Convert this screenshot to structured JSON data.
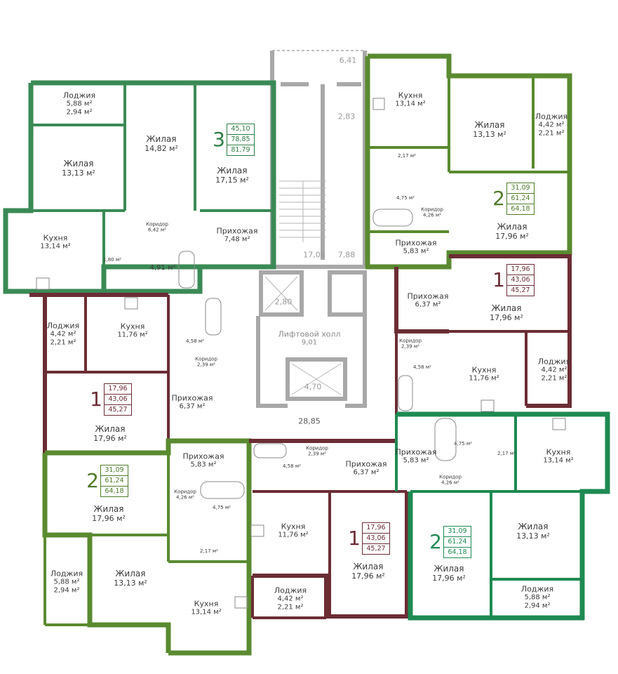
{
  "colors": {
    "green": "#3a8a55",
    "lime": "#5a8a30",
    "maroon": "#6b2d34",
    "teal": "#1e8a52",
    "wall": "#9a9a9a",
    "fixture": "#8a8a8a"
  },
  "apartments": [
    {
      "rooms": "3",
      "areas": [
        "45,10",
        "78,85",
        "81,79"
      ],
      "theme": "green"
    },
    {
      "rooms": "2",
      "areas": [
        "31,09",
        "61,24",
        "64,18"
      ],
      "theme": "lime"
    },
    {
      "rooms": "1",
      "areas": [
        "17,96",
        "43,06",
        "45,27"
      ],
      "theme": "maroon"
    },
    {
      "rooms": "1",
      "areas": [
        "17,96",
        "43,06",
        "45,27"
      ],
      "theme": "maroon"
    },
    {
      "rooms": "2",
      "areas": [
        "31,09",
        "61,24",
        "64,18"
      ],
      "theme": "lime"
    },
    {
      "rooms": "1",
      "areas": [
        "17,96",
        "43,06",
        "45,27"
      ],
      "theme": "maroon"
    },
    {
      "rooms": "2",
      "areas": [
        "31,09",
        "61,24",
        "64,18"
      ],
      "theme": "teal"
    }
  ],
  "rooms": [
    {
      "name": "Лоджия",
      "area": "5,88 м²",
      "area2": "2,94 м²"
    },
    {
      "name": "Жилая",
      "area": "14,82 м²"
    },
    {
      "name": "Жилая",
      "area": "13,13 м²"
    },
    {
      "name": "Жилая",
      "area": "17,15 м²"
    },
    {
      "name": "Кухня",
      "area": "13,14 м²"
    },
    {
      "name": "Коридор",
      "area": "6,42 м²"
    },
    {
      "name": "Прихожая",
      "area": "7,48 м²"
    },
    {
      "name": "",
      "area": "1,80 м²"
    },
    {
      "name": "",
      "area": "4,91 м²"
    },
    {
      "name": "Кухня",
      "area": "13,14 м²"
    },
    {
      "name": "Жилая",
      "area": "13,13 м²"
    },
    {
      "name": "Лоджия",
      "area": "4,42 м²",
      "area2": "2,21 м²"
    },
    {
      "name": "",
      "area": "2,17 м²"
    },
    {
      "name": "",
      "area": "4,75 м²"
    },
    {
      "name": "Коридор",
      "area": "4,26 м²"
    },
    {
      "name": "Прихожая",
      "area": "5,83 м²"
    },
    {
      "name": "Жилая",
      "area": "17,96 м²"
    },
    {
      "name": "Лоджия",
      "area": "4,42 м²",
      "area2": "2,21 м²"
    },
    {
      "name": "Кухня",
      "area": "11,76 м²"
    },
    {
      "name": "",
      "area": "4,58 м²"
    },
    {
      "name": "Коридор",
      "area": "2,39 м²"
    },
    {
      "name": "Прихожая",
      "area": "6,37 м²"
    },
    {
      "name": "Жилая",
      "area": "17,96 м²"
    },
    {
      "name": "Прихожая",
      "area": "6,37 м²"
    },
    {
      "name": "Жилая",
      "area": "17,96 м²"
    },
    {
      "name": "Коридор",
      "area": "2,39 м²"
    },
    {
      "name": "",
      "area": "4,58 м²"
    },
    {
      "name": "Кухня",
      "area": "11,76 м²"
    },
    {
      "name": "Лоджия",
      "area": "4,42 м²",
      "area2": "2,21 м²"
    },
    {
      "name": "Прихожая",
      "area": "5,83 м²"
    },
    {
      "name": "Жилая",
      "area": "17,96 м²"
    },
    {
      "name": "Коридор",
      "area": "4,26 м²"
    },
    {
      "name": "",
      "area": "4,75 м²"
    },
    {
      "name": "",
      "area": "2,17 м²"
    },
    {
      "name": "Лоджия",
      "area": "5,88 м²",
      "area2": "2,94 м²"
    },
    {
      "name": "Жилая",
      "area": "13,13 м²"
    },
    {
      "name": "Кухня",
      "area": "13,14 м²"
    },
    {
      "name": "",
      "area": "4,58 м²"
    },
    {
      "name": "Коридор",
      "area": "2,39 м²"
    },
    {
      "name": "Прихожая",
      "area": "6,37 м²"
    },
    {
      "name": "Кухня",
      "area": "11,76 м²"
    },
    {
      "name": "Жилая",
      "area": "17,96 м²"
    },
    {
      "name": "Лоджия",
      "area": "4,42 м²",
      "area2": "2,21 м²"
    },
    {
      "name": "Прихожая",
      "area": "5,83 м²"
    },
    {
      "name": "",
      "area": "4,75 м²"
    },
    {
      "name": "",
      "area": "2,17 м²"
    },
    {
      "name": "Коридор",
      "area": "4,26 м²"
    },
    {
      "name": "Кухня",
      "area": "13,14 м²"
    },
    {
      "name": "Жилая",
      "area": "13,13 м²"
    },
    {
      "name": "Жилая",
      "area": "17,96 м²"
    },
    {
      "name": "Лоджия",
      "area": "5,88 м²",
      "area2": "2,94 м²"
    }
  ],
  "common": {
    "lift_hall": {
      "name": "Лифтовой холл",
      "area": "9,01"
    },
    "numbers": [
      "6,41",
      "2,83",
      "17,06",
      "7,88",
      "2,80",
      "4,70",
      "28,85"
    ]
  }
}
